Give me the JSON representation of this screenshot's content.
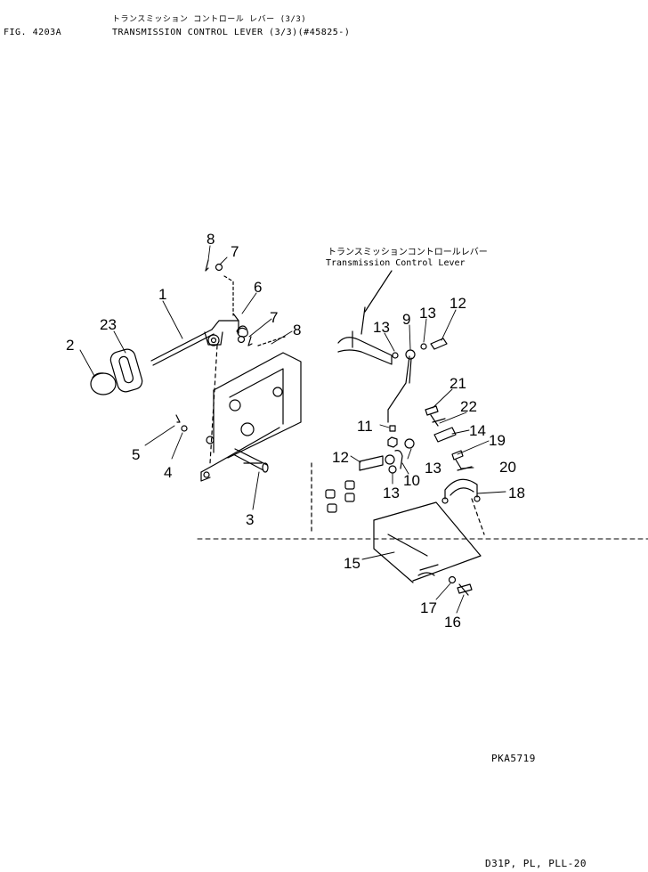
{
  "header": {
    "figure_label": "FIG. 4203A",
    "title_japanese": "トランスミッション コントロール レバー (3/3)",
    "title_english": "TRANSMISSION CONTROL LEVER (3/3)(#45825-)"
  },
  "diagram": {
    "note_japanese": "トランスミッションコントロールレバー",
    "note_english": "Transmission Control Lever",
    "callouts": [
      "8",
      "7",
      "6",
      "1",
      "23",
      "2",
      "7",
      "8",
      "5",
      "4",
      "3",
      "13",
      "9",
      "13",
      "12",
      "21",
      "22",
      "11",
      "14",
      "19",
      "12",
      "13",
      "20",
      "13",
      "10",
      "18",
      "15",
      "17",
      "16"
    ]
  },
  "footer": {
    "drawing_code": "PKA5719",
    "model_code": "D31P, PL, PLL-20"
  }
}
